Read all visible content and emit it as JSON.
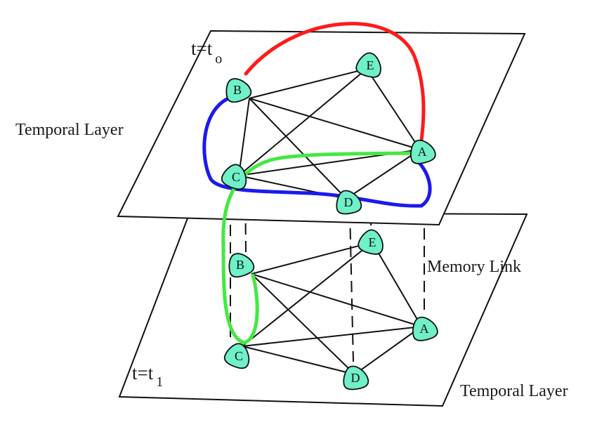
{
  "layers": [
    {
      "time_label_main": "t=t",
      "time_label_sub": "o",
      "caption": "Temporal Layer"
    },
    {
      "time_label_main": "t=t",
      "time_label_sub": "1",
      "caption": "Temporal Layer"
    }
  ],
  "nodes": [
    "B",
    "E",
    "A",
    "C",
    "D"
  ],
  "memory_link_label": "Memory Link",
  "colors": {
    "node_fill": "#6ff0c8",
    "path_red": "#ff1a1a",
    "path_blue": "#1a1aee",
    "path_green": "#44e844"
  }
}
